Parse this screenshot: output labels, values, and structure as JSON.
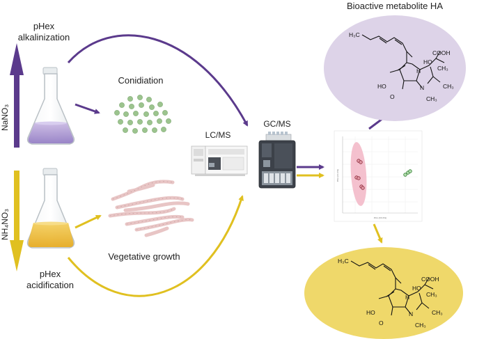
{
  "labels": {
    "bioactive_title": "Bioactive metabolite HA",
    "alkalinization_top": "pHex",
    "alkalinization_bottom": "alkalinization",
    "acidification_top": "pHex",
    "acidification_bottom": "acidification",
    "conidiation": "Conidiation",
    "vegetative": "Vegetative growth",
    "lcms": "LC/MS",
    "gcms": "GC/MS",
    "nano3": "NaNO₃",
    "nh4no3": "NH₄NO₃"
  },
  "molecule": {
    "ch3": "H₃C",
    "ho": "HO",
    "cooh": "COOH",
    "h": "H",
    "o": "O",
    "n": "N",
    "ch3_n": "CH₃",
    "ch3_a": "CH₃",
    "ch3_b": "CH₃",
    "oh_left": "HO"
  },
  "pca_plot": {
    "axis_x_label": "PC1 (XX.X%)",
    "axis_y_label": "PC2 (XX.X%)"
  },
  "colors": {
    "purple": "#5b3a8c",
    "yellow": "#e0c020",
    "ellipse_purple": "#ddd3e8",
    "ellipse_yellow": "#efd86a",
    "spore": "#9cc48e",
    "hyphae": "#e8c5c5"
  }
}
